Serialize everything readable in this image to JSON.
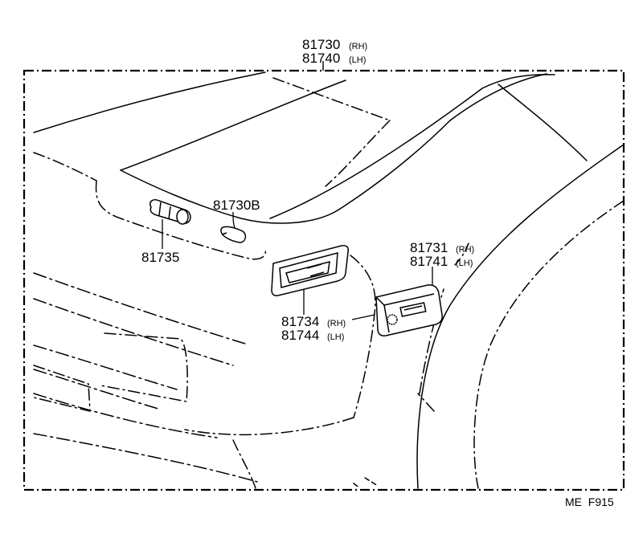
{
  "diagram": {
    "assembly": {
      "top_part": "81730",
      "top_side": "(RH)",
      "bottom_part": "81740",
      "bottom_side": "(LH)"
    },
    "bulb": {
      "part": "81730B"
    },
    "socket": {
      "part": "81735"
    },
    "gasket": {
      "top_part": "81734",
      "top_side": "(RH)",
      "bottom_part": "81744",
      "bottom_side": "(LH)"
    },
    "lens": {
      "top_part": "81731",
      "top_side": "(RH)",
      "bottom_part": "81741",
      "bottom_side": "(LH)"
    },
    "footer": {
      "code": "ME  F915"
    }
  }
}
